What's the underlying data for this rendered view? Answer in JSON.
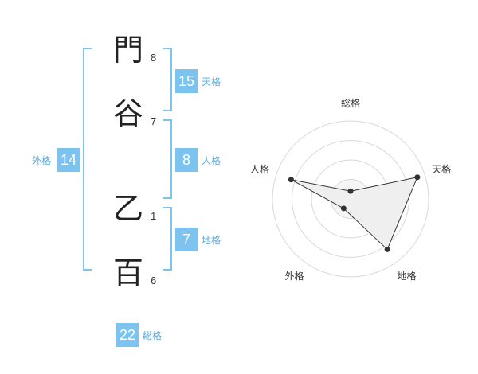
{
  "name": {
    "chars": [
      {
        "char": "門",
        "strokes": "8"
      },
      {
        "char": "谷",
        "strokes": "7"
      },
      {
        "char": "乙",
        "strokes": "1"
      },
      {
        "char": "百",
        "strokes": "6"
      }
    ]
  },
  "kaku": {
    "tenkaku": {
      "value": "15",
      "label": "天格"
    },
    "jinkaku": {
      "value": "8",
      "label": "人格"
    },
    "chikaku": {
      "value": "7",
      "label": "地格"
    },
    "gaikaku": {
      "value": "14",
      "label": "外格"
    },
    "soukaku": {
      "value": "22",
      "label": "総格"
    }
  },
  "chart_data": {
    "type": "radar",
    "axes": [
      "総格",
      "天格",
      "地格",
      "外格",
      "人格"
    ],
    "values": [
      0.1,
      0.9,
      0.8,
      0.15,
      0.8
    ],
    "max": 1,
    "rings": 4,
    "colors": {
      "fill": "#efefef",
      "line": "#333333",
      "grid": "#d8d8d8",
      "point": "#333333"
    }
  }
}
